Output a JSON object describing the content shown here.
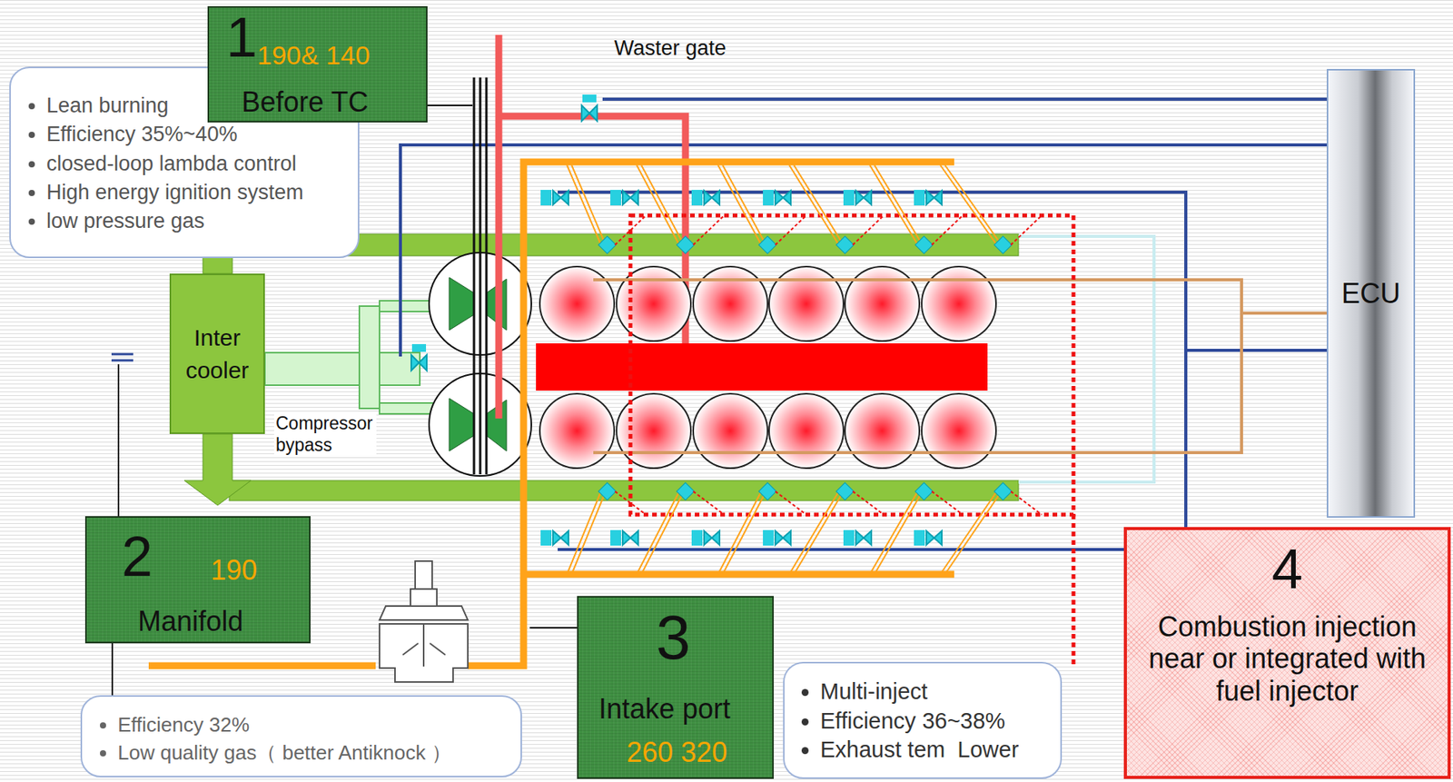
{
  "diagram": {
    "nodes": [
      {
        "text": [
          "Lean burning",
          "Efficiency 35%~40%",
          "closed-loop lambda control",
          "High energy ignition system",
          "low pressure gas"
        ]
      },
      {
        "text": [
          "1",
          "190& 140",
          "Before TC"
        ]
      },
      {
        "text": [
          "Inter cooler"
        ]
      },
      {
        "text": [
          "2",
          "190",
          "Manifold"
        ]
      },
      {
        "text": [
          "Efficiency 32%",
          "Low quality gas（ better Antiknock ）"
        ]
      },
      {
        "text": [
          "3",
          "Intake port",
          "260 320"
        ]
      },
      {
        "text": [
          "Multi-inject",
          "Efficiency 36~38%",
          "Exhaust tem  Lower"
        ]
      },
      {
        "text": [
          "4",
          "Combustion injection near or integrated with fuel injector"
        ]
      },
      {
        "text": [
          "ECU"
        ]
      }
    ],
    "edges": [
      {
        "from": 3,
        "to": 4,
        "arrow": "none"
      }
    ],
    "labels": [
      "Waster gate",
      "Compressor bypass"
    ]
  }
}
